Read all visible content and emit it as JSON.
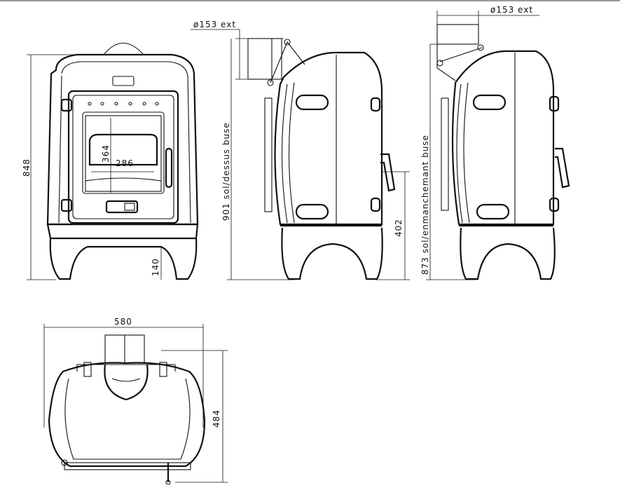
{
  "front_view": {
    "height_total": "848",
    "window_height": "364",
    "window_width": "286",
    "leg_height": "140"
  },
  "side_view_left": {
    "flue_diameter": "ø153 ext",
    "flue_height": "901 sol/dessus buse",
    "body_height": "402"
  },
  "side_view_right": {
    "flue_diameter": "ø153 ext",
    "flue_height": "873 sol/enmanchemant buse"
  },
  "top_view": {
    "width": "580",
    "depth": "484"
  }
}
